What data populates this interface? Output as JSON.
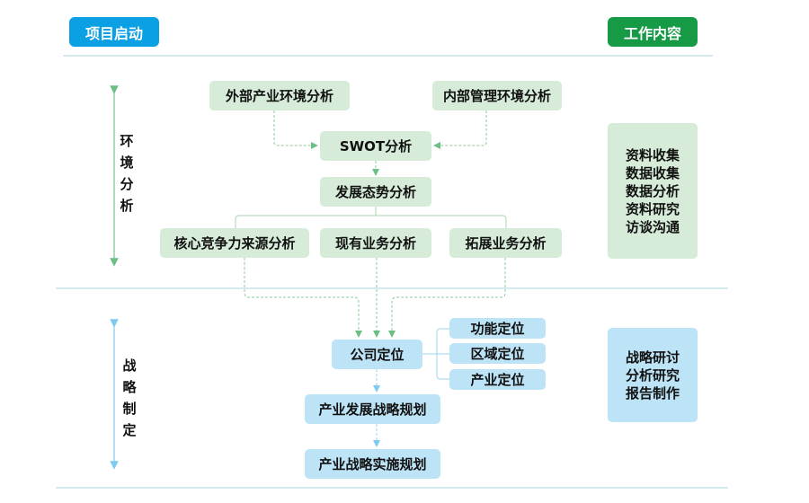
{
  "header": {
    "left_label": "项目启动",
    "right_label": "工作内容"
  },
  "phase1": {
    "label_chars": [
      "环",
      "境",
      "分",
      "析"
    ],
    "nodes": {
      "external": "外部产业环境分析",
      "internal": "内部管理环境分析",
      "swot": "SWOT分析",
      "trend": "发展态势分析",
      "core": "核心竞争力来源分析",
      "existing": "现有业务分析",
      "expansion": "拓展业务分析"
    },
    "work": [
      "资料收集",
      "数据收集",
      "数据分析",
      "资料研究",
      "访谈沟通"
    ]
  },
  "phase2": {
    "label_chars": [
      "战",
      "略",
      "制",
      "定"
    ],
    "nodes": {
      "company": "公司定位",
      "function": "功能定位",
      "region": "区域定位",
      "industry": "产业定位",
      "dev_plan": "产业发展战略规划",
      "impl_plan": "产业战略实施规划"
    },
    "work": [
      "战略研讨",
      "分析研究",
      "报告制作"
    ]
  },
  "colors": {
    "blue": "#0b9fe3",
    "green": "#179a45",
    "green_box": "#d6ecd9",
    "blue_box": "#bde3f6",
    "line": "#c6e4ea"
  }
}
